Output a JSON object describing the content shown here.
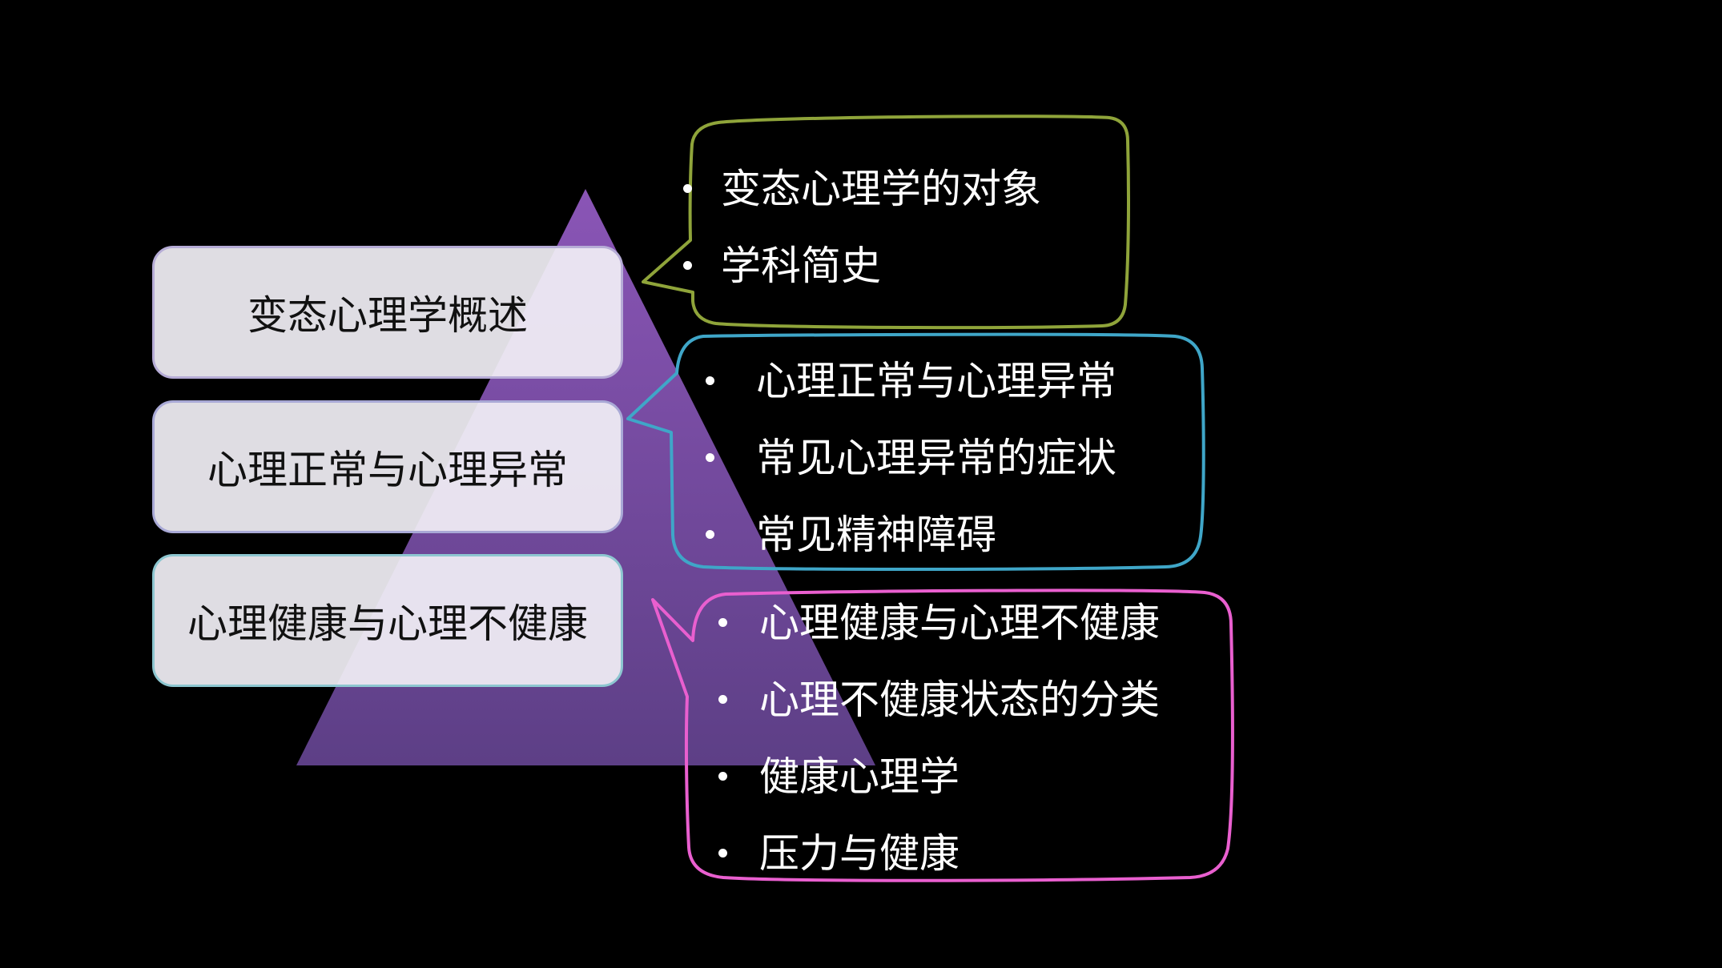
{
  "levels": [
    {
      "label": "变态心理学概述"
    },
    {
      "label": "心理正常与心理异常"
    },
    {
      "label": "心理健康与心理不健康"
    }
  ],
  "callouts": [
    {
      "items": [
        "变态心理学的对象",
        "学科简史"
      ],
      "border_color": "#8fa43a"
    },
    {
      "items": [
        "心理正常与心理异常",
        "常见心理异常的症状",
        "常见精神障碍"
      ],
      "border_color": "#3fa6c8"
    },
    {
      "items": [
        "心理健康与心理不健康",
        "心理不健康状态的分类",
        "健康心理学",
        "压力与健康"
      ],
      "border_color": "#e95fcf"
    }
  ],
  "colors": {
    "background": "#000000",
    "pyramid": "#7d4fa3",
    "level_box_fill": "#f2f0f6",
    "text_dark": "#111111",
    "text_light": "#ffffff"
  }
}
